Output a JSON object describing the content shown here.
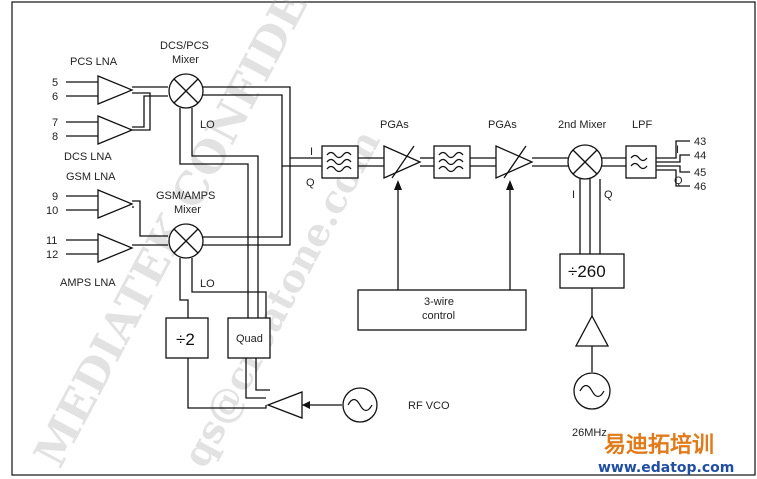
{
  "labels": {
    "pcs_lna": "PCS LNA",
    "dcs_pcs_mixer_line1": "DCS/PCS",
    "dcs_pcs_mixer_line2": "Mixer",
    "dcs_lna": "DCS LNA",
    "gsm_lna": "GSM LNA",
    "gsm_amps_mixer_line1": "GSM/AMPS",
    "gsm_amps_mixer_line2": "Mixer",
    "amps_lna": "AMPS LNA",
    "lo_top": "LO",
    "lo_bottom": "LO",
    "div2": "÷2",
    "quad": "Quad",
    "rf_vco": "RF VCO",
    "i_first": "I",
    "q_first": "Q",
    "pgas_1": "PGAs",
    "pgas_2": "PGAs",
    "second_mixer": "2nd Mixer",
    "lpf": "LPF",
    "i_second": "I",
    "q_second": "Q",
    "i_out": "I",
    "q_out": "Q",
    "three_wire_line1": "3-wire",
    "three_wire_line2": "control",
    "div260": "÷260",
    "ref_freq": "26MHz"
  },
  "pins": {
    "p5": "5",
    "p6": "6",
    "p7": "7",
    "p8": "8",
    "p9": "9",
    "p10": "10",
    "p11": "11",
    "p12": "12",
    "p43": "43",
    "p44": "44",
    "p45": "45",
    "p46": "46"
  },
  "watermarks": {
    "wm1": "MEDIATEK CONFIDENTIAL",
    "wm2": "qs@creatone.com"
  },
  "branding": {
    "cn": "易迪拓培训",
    "url": "www.edatop.com"
  },
  "colors": {
    "line": "#111111",
    "brand_orange": "#e07a1a",
    "brand_blue": "#1f4ea3"
  }
}
